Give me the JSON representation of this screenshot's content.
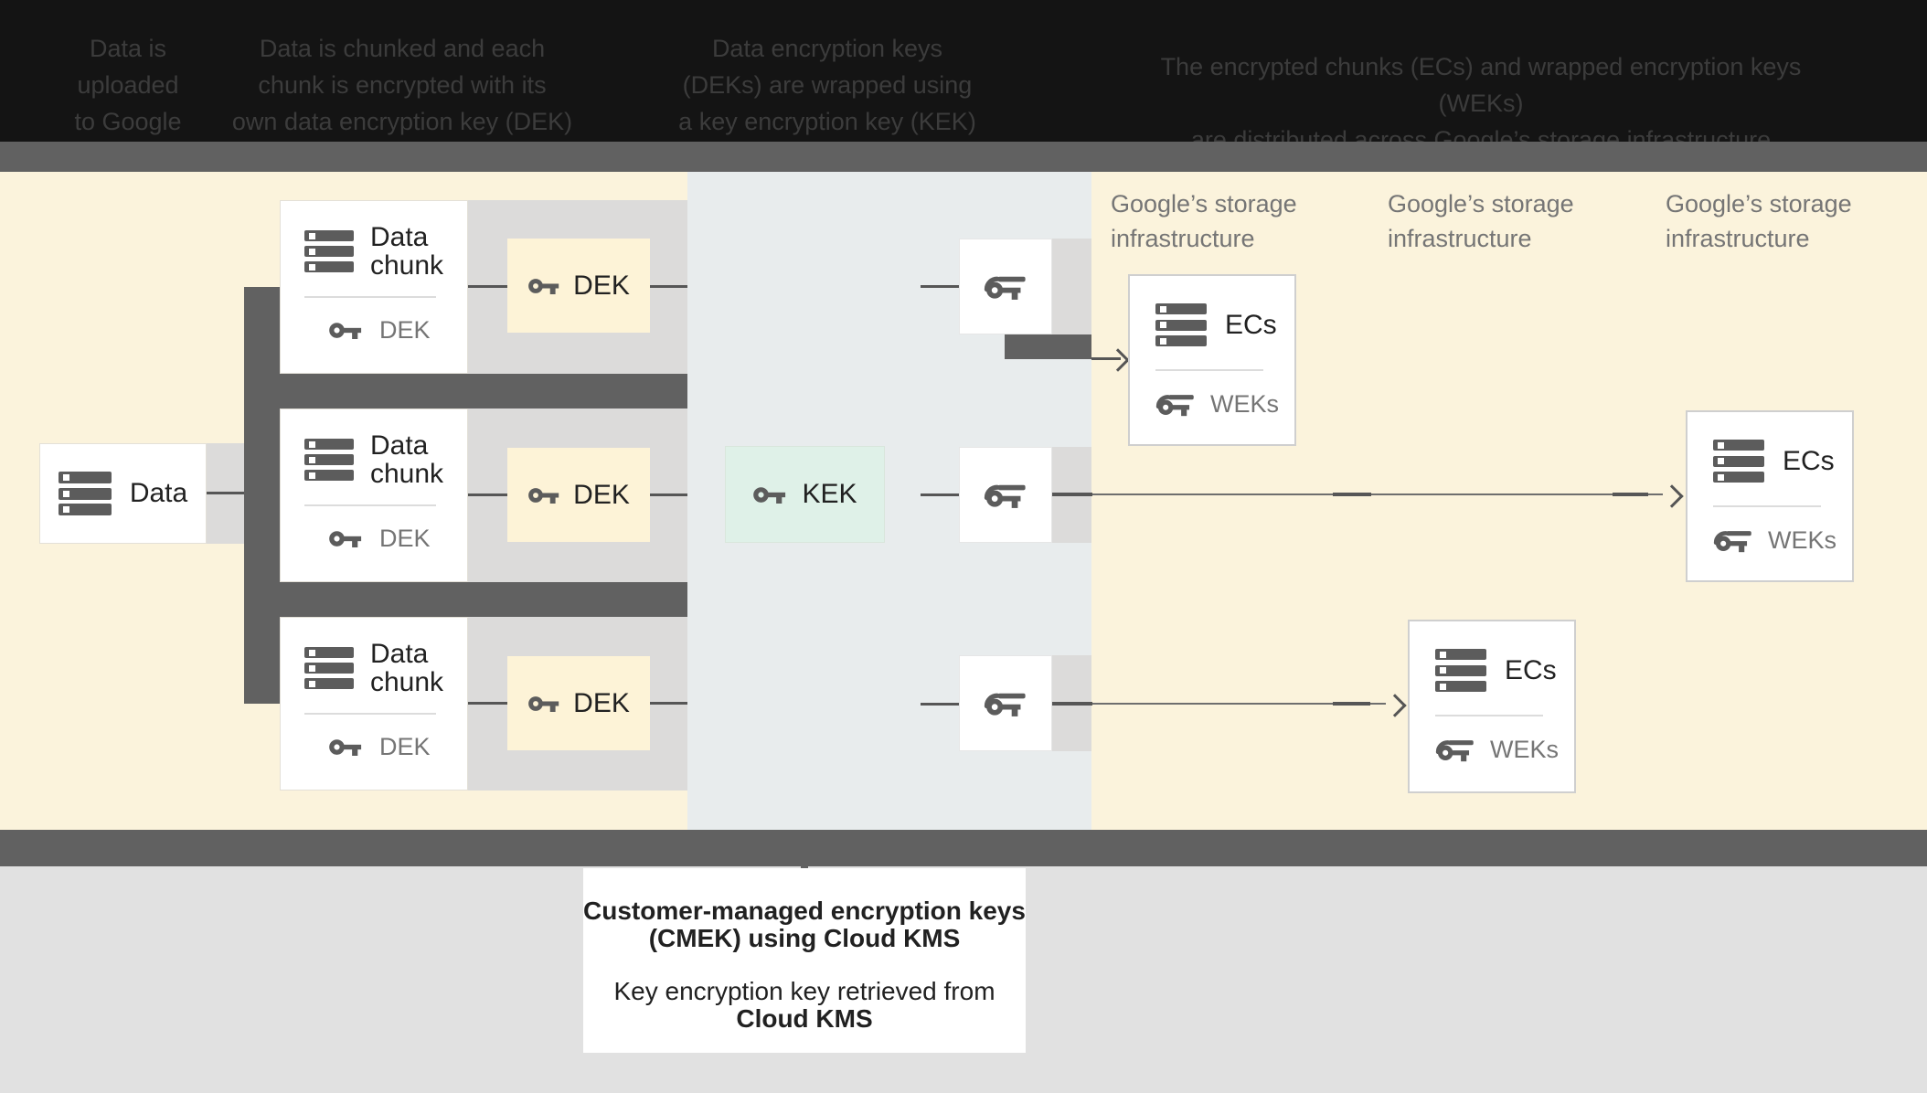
{
  "header": {
    "steps": [
      {
        "lines": [
          "Data is",
          "uploaded",
          "to Google"
        ]
      },
      {
        "lines": [
          "Data is chunked and each",
          "chunk is encrypted with its",
          "own data encryption key (DEK)"
        ]
      },
      {
        "lines": [
          "Data encryption keys",
          "(DEKs) are wrapped using",
          "a key encryption key (KEK)"
        ]
      },
      {
        "lines": [
          "The encrypted chunks (ECs) and wrapped encryption keys (WEKs)",
          "are distributed across Google’s storage infrastructure"
        ]
      }
    ]
  },
  "diagram": {
    "data_box": {
      "label": "Data"
    },
    "chunk_boxes": [
      {
        "title_line1": "Data",
        "title_line2": "chunk",
        "key_label": "DEK"
      },
      {
        "title_line1": "Data",
        "title_line2": "chunk",
        "key_label": "DEK"
      },
      {
        "title_line1": "Data",
        "title_line2": "chunk",
        "key_label": "DEK"
      }
    ],
    "dek_boxes": [
      {
        "label": "DEK"
      },
      {
        "label": "DEK"
      },
      {
        "label": "DEK"
      }
    ],
    "kek_box": {
      "label": "KEK"
    },
    "storage_labels": [
      {
        "line1": "Google’s storage",
        "line2": "infrastructure"
      },
      {
        "line1": "Google’s storage",
        "line2": "infrastructure"
      },
      {
        "line1": "Google’s storage",
        "line2": "infrastructure"
      }
    ],
    "ec_boxes": [
      {
        "title": "ECs",
        "key_label": "WEKs"
      },
      {
        "title": "ECs",
        "key_label": "WEKs"
      },
      {
        "title": "ECs",
        "key_label": "WEKs"
      }
    ]
  },
  "footer_note": {
    "line1": "Customer-managed encryption keys",
    "line2": "(CMEK) using Cloud KMS",
    "line3": "Key encryption key retrieved from",
    "line4": "Cloud KMS"
  },
  "colors": {
    "header_bg": "#141414",
    "band_dark_gray": "#616161",
    "section_yellow": "#FBF3DC",
    "section_blue_gray": "#E8ECED",
    "row_light_gray": "#DCDBDA",
    "dek_cream": "#FDF3D7",
    "kek_mint": "#DFF1E8",
    "bottom_panel_gray": "#E1E1E1",
    "text_dark": "#212121",
    "text_gray": "#757575",
    "icon_gray": "#5c5c5c"
  }
}
